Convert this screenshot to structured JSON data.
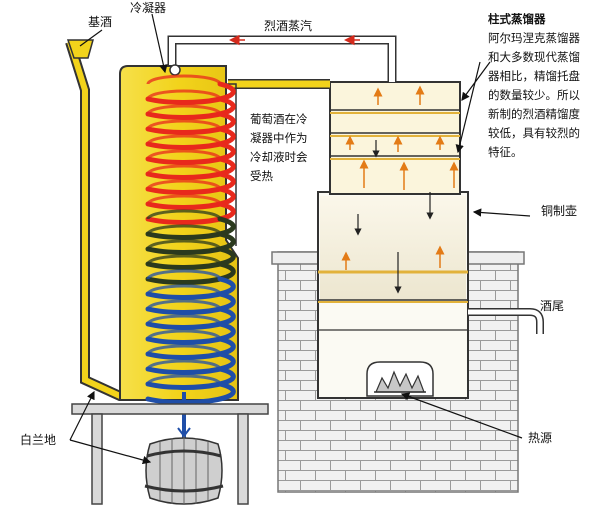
{
  "labels": {
    "wash": "基酒",
    "condenser": "冷凝器",
    "spirit_vapor": "烈酒蒸汽",
    "column_still": "柱式蒸馏器",
    "copper_pot": "铜制壶",
    "tails": "酒尾",
    "heat_source": "热源",
    "brandy_cask": "白兰地"
  },
  "notes": {
    "wine_note": [
      "葡萄酒在冷",
      "凝器中作为",
      "冷却液时会",
      "受热"
    ],
    "column_note": [
      "阿尔玛涅克蒸馏器",
      "和大多数现代蒸馏",
      "器相比，精馏托盘",
      "的数量较少。所以",
      "新制的烈酒精馏度",
      "较低，具有较烈的",
      "特征。"
    ]
  },
  "colors": {
    "wine_yellow": "#f2d31b",
    "coil_hot": "#e8291c",
    "coil_mid": "#2b3a1e",
    "coil_cold": "#1f4ea8",
    "vapor_arrow": "#e37b16",
    "brick": "#e8e8e8"
  }
}
